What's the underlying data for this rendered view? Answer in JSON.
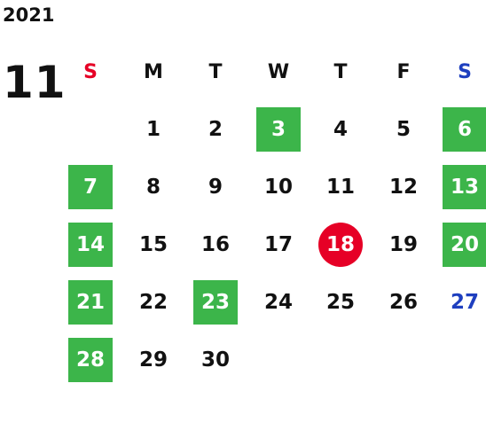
{
  "calendar": {
    "year": "2021",
    "month": "11",
    "weekdays": [
      "S",
      "M",
      "T",
      "W",
      "T",
      "F",
      "S"
    ],
    "weekday_colors": [
      "#e60026",
      "#111111",
      "#111111",
      "#111111",
      "#111111",
      "#111111",
      "#1e3fbf"
    ],
    "weeks": [
      [
        "",
        "1",
        "2",
        "3",
        "4",
        "5",
        "6"
      ],
      [
        "7",
        "8",
        "9",
        "10",
        "11",
        "12",
        "13"
      ],
      [
        "14",
        "15",
        "16",
        "17",
        "18",
        "19",
        "20"
      ],
      [
        "21",
        "22",
        "23",
        "24",
        "25",
        "26",
        "27"
      ],
      [
        "28",
        "29",
        "30",
        "",
        "",
        "",
        ""
      ]
    ],
    "highlighted_days": [
      "3",
      "6",
      "7",
      "13",
      "14",
      "20",
      "21",
      "23",
      "28"
    ],
    "today": "18",
    "colors": {
      "highlight": "#3cb54a",
      "today": "#e60026",
      "saturday": "#1e3fbf",
      "sunday": "#e60026",
      "text": "#111111"
    }
  }
}
